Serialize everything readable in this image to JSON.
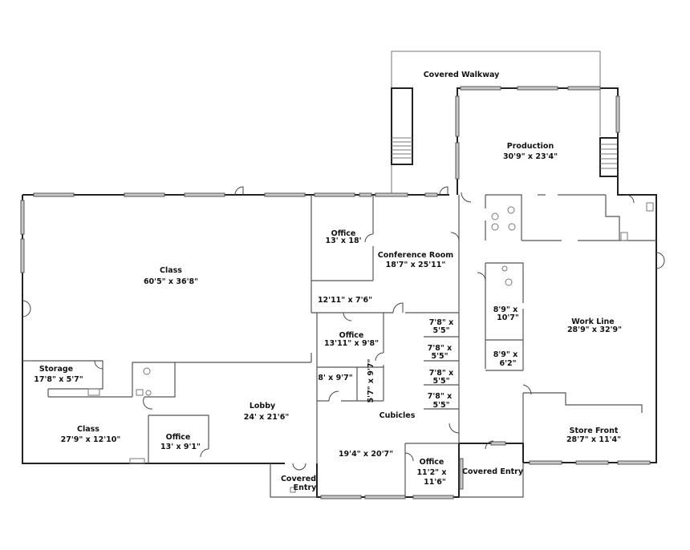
{
  "rooms": {
    "covered_walkway": {
      "name": "Covered Walkway"
    },
    "production": {
      "name": "Production",
      "size": "30'9\" x 23'4\""
    },
    "class_main": {
      "name": "Class",
      "size": "60'5\" x 36'8\""
    },
    "office_a": {
      "name": "Office",
      "size": "13' x 18'"
    },
    "conference": {
      "name": "Conference Room",
      "size": "18'7\" x 25'11\""
    },
    "hall": {
      "size": "12'11\" x 7'6\""
    },
    "office_b": {
      "name": "Office",
      "size": "13'11\" x 9'8\""
    },
    "room_8": {
      "size": "8' x 9'7\""
    },
    "room_5": {
      "size": "5'7\" x 9'7\""
    },
    "cubicle_sizes": [
      "7'8\" x",
      "5'5\""
    ],
    "cubicles": {
      "name": "Cubicles",
      "size": "19'4\" x 20'7\""
    },
    "office_c": {
      "name": "Office",
      "size_1": "11'2\" x",
      "size_2": "11'6\""
    },
    "covered_entry_right": {
      "name": "Covered Entry"
    },
    "covered_entry_left": {
      "name_1": "Covered",
      "name_2": "Entry"
    },
    "lobby": {
      "name": "Lobby",
      "size": "24' x 21'6\""
    },
    "storage": {
      "name": "Storage",
      "size": "17'8\" x 5'7\""
    },
    "class_lower": {
      "name": "Class",
      "size": "27'9\" x 12'10\""
    },
    "office_d": {
      "name": "Office",
      "size": "13' x 9'1\""
    },
    "work_line": {
      "name": "Work Line",
      "size": "28'9\" x 32'9\""
    },
    "room_89a": {
      "size_1": "8'9\" x",
      "size_2": "10'7\""
    },
    "room_89b": {
      "size_1": "8'9\" x",
      "size_2": "6'2\""
    },
    "store_front": {
      "name": "Store Front",
      "size": "28'7\" x 11'4\""
    }
  }
}
